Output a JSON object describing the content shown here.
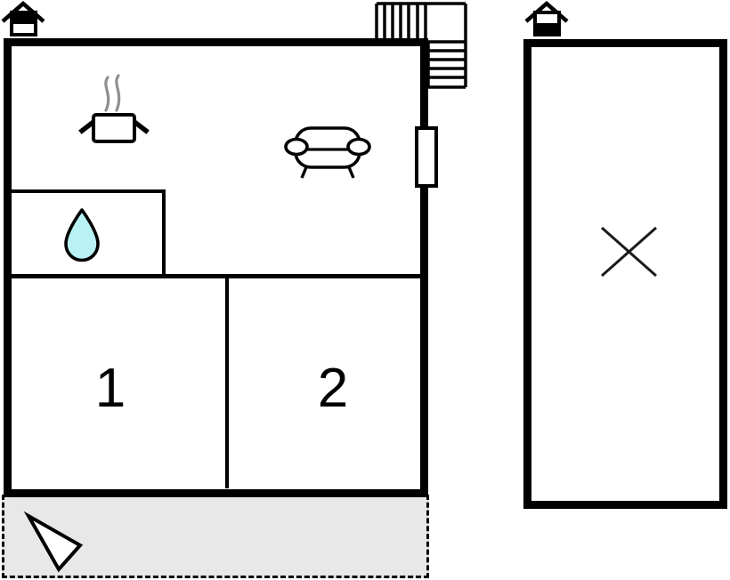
{
  "floorplan": {
    "title": "holiday-home-floor-plan",
    "rooms": [
      {
        "id": "room-1",
        "label": "1"
      },
      {
        "id": "room-2",
        "label": "2"
      }
    ],
    "icons": [
      {
        "name": "upper-floor-house-icon",
        "meaning": "floor indicator - upper level filled"
      },
      {
        "name": "ground-floor-house-icon",
        "meaning": "floor indicator - ground level filled"
      },
      {
        "name": "cooking-pot-icon",
        "meaning": "kitchen"
      },
      {
        "name": "sofa-icon",
        "meaning": "living room"
      },
      {
        "name": "water-drop-icon",
        "meaning": "bathroom"
      },
      {
        "name": "staircase",
        "meaning": "stairs with landing"
      },
      {
        "name": "window-door",
        "meaning": "opening in right wall"
      },
      {
        "name": "direction-arrow-icon",
        "meaning": "terrace arrow marker"
      },
      {
        "name": "x-mark-icon",
        "meaning": "crossed-out / unavailable area"
      }
    ],
    "colors": {
      "wall": "#000000",
      "drop_fill": "#b9f2f5",
      "terrace_fill": "#e8e8e8",
      "steam_gray": "#8f8f8f",
      "background": "#ffffff"
    }
  }
}
